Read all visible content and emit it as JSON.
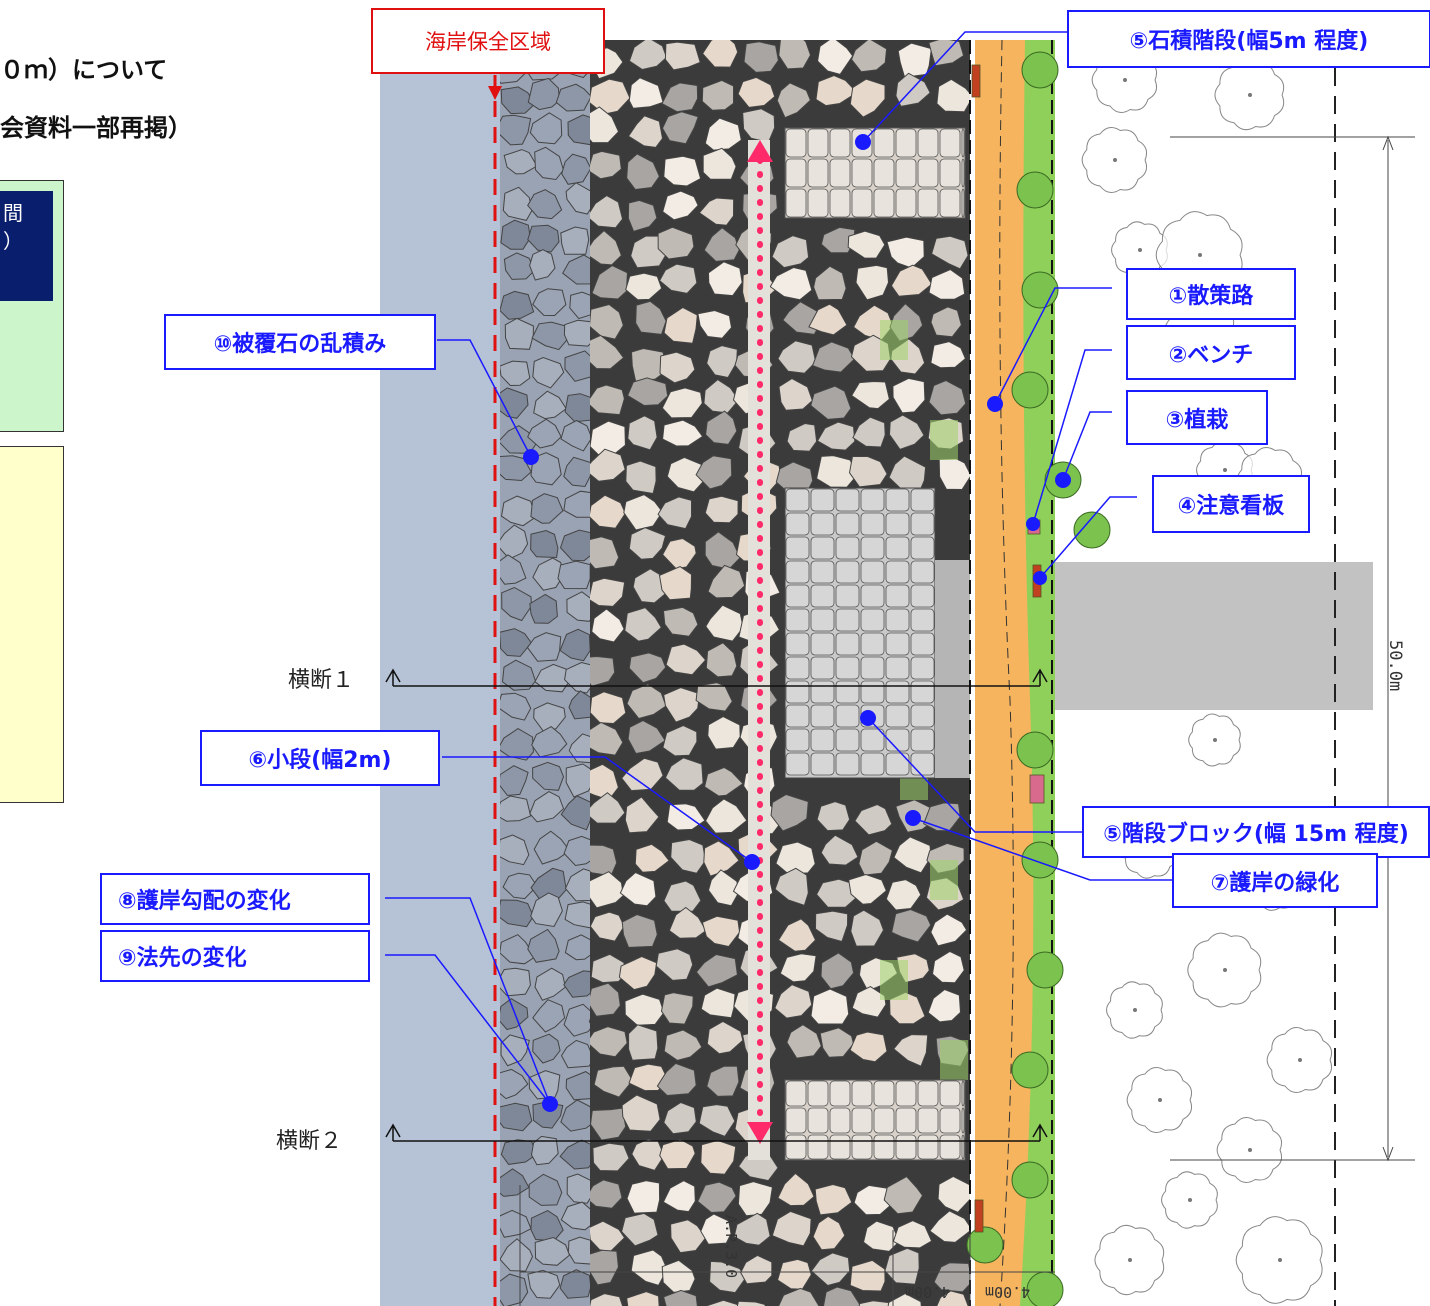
{
  "header": {
    "line1": "０ｍ）について",
    "line2": "会資料一部再掲）"
  },
  "side_panel": {
    "box_line1": "間",
    "box_line2": "）"
  },
  "zone_label": "海岸保全区域",
  "labels": {
    "l1": "①散策路",
    "l2": "②ベンチ",
    "l3": "③植栽",
    "l4": "④注意看板",
    "l5a": "⑤石積階段(幅5m 程度)",
    "l5b": "⑤階段ブロック(幅 15m 程度)",
    "l6": "⑥小段(幅2m)",
    "l7": "⑦護岸の緑化",
    "l8": "⑧護岸勾配の変化",
    "l9": "⑨法先の変化",
    "l10": "⑩被覆石の乱積み"
  },
  "sections": {
    "s1": "横断１",
    "s2": "横断２"
  },
  "dimensions": {
    "length": "50.0m",
    "ap": "A.P.3.0",
    "w1": "4.00m",
    "w2": "4.00m"
  },
  "colors": {
    "sea": "#b6c3d6",
    "rock_dark": "#8d97a8",
    "rock_light": "#ddd5cc",
    "path": "#f6b45e",
    "grass": "#8fd05a",
    "road": "#c2c2c2",
    "accent": "#1a1aff",
    "zone": "#e01010",
    "magenta": "#ff2a6a"
  }
}
